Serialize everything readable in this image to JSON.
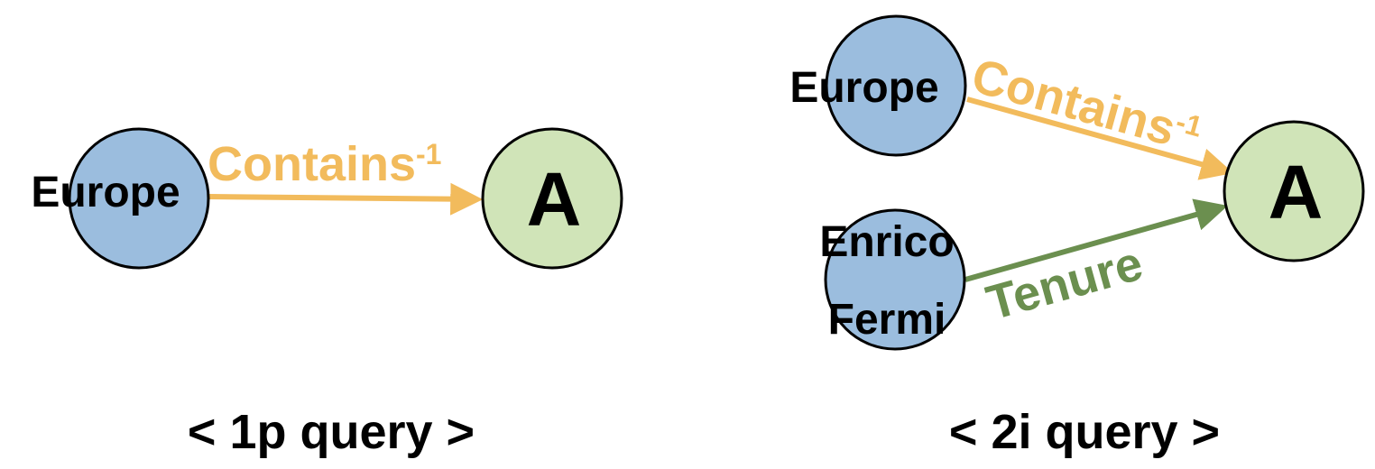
{
  "colors": {
    "source_node_fill": "#9bbdde",
    "target_node_fill": "#d0e4b8",
    "contains_edge": "#f2bb5c",
    "tenure_edge": "#6b8f4f",
    "outline": "#000000"
  },
  "left_panel": {
    "source_node": "Europe",
    "edge_label": "Contains",
    "edge_label_sup": "-1",
    "target_node": "A",
    "caption": "< 1p query >"
  },
  "right_panel": {
    "source_node_1": "Europe",
    "source_node_2_line1": "Enrico",
    "source_node_2_line2": "Fermi",
    "edge_1_label": "Contains",
    "edge_1_label_sup": "-1",
    "edge_2_label": "Tenure",
    "target_node": "A",
    "caption": "< 2i query >"
  }
}
